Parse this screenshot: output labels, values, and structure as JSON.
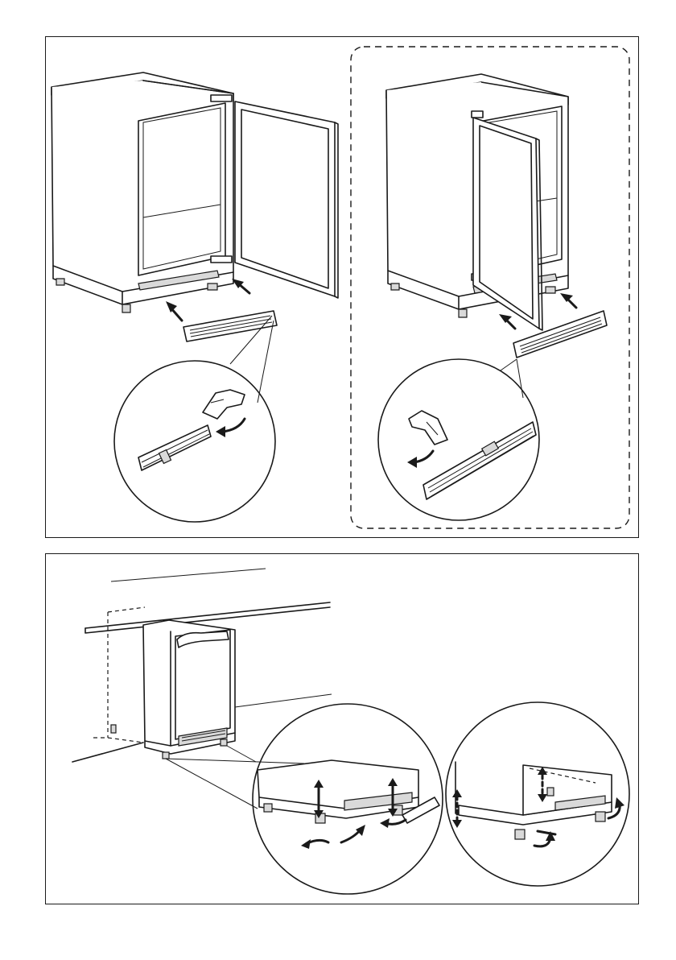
{
  "figure": {
    "panels": [
      {
        "id": "top",
        "subject": "grille-installation",
        "variants": [
          "standard-door",
          "alternative-door"
        ]
      },
      {
        "id": "bottom",
        "subject": "leveling-feet-adjustment"
      }
    ],
    "colors": {
      "line": "#1a1a1a",
      "background": "#ffffff",
      "shade": "#d9d9d9"
    }
  }
}
